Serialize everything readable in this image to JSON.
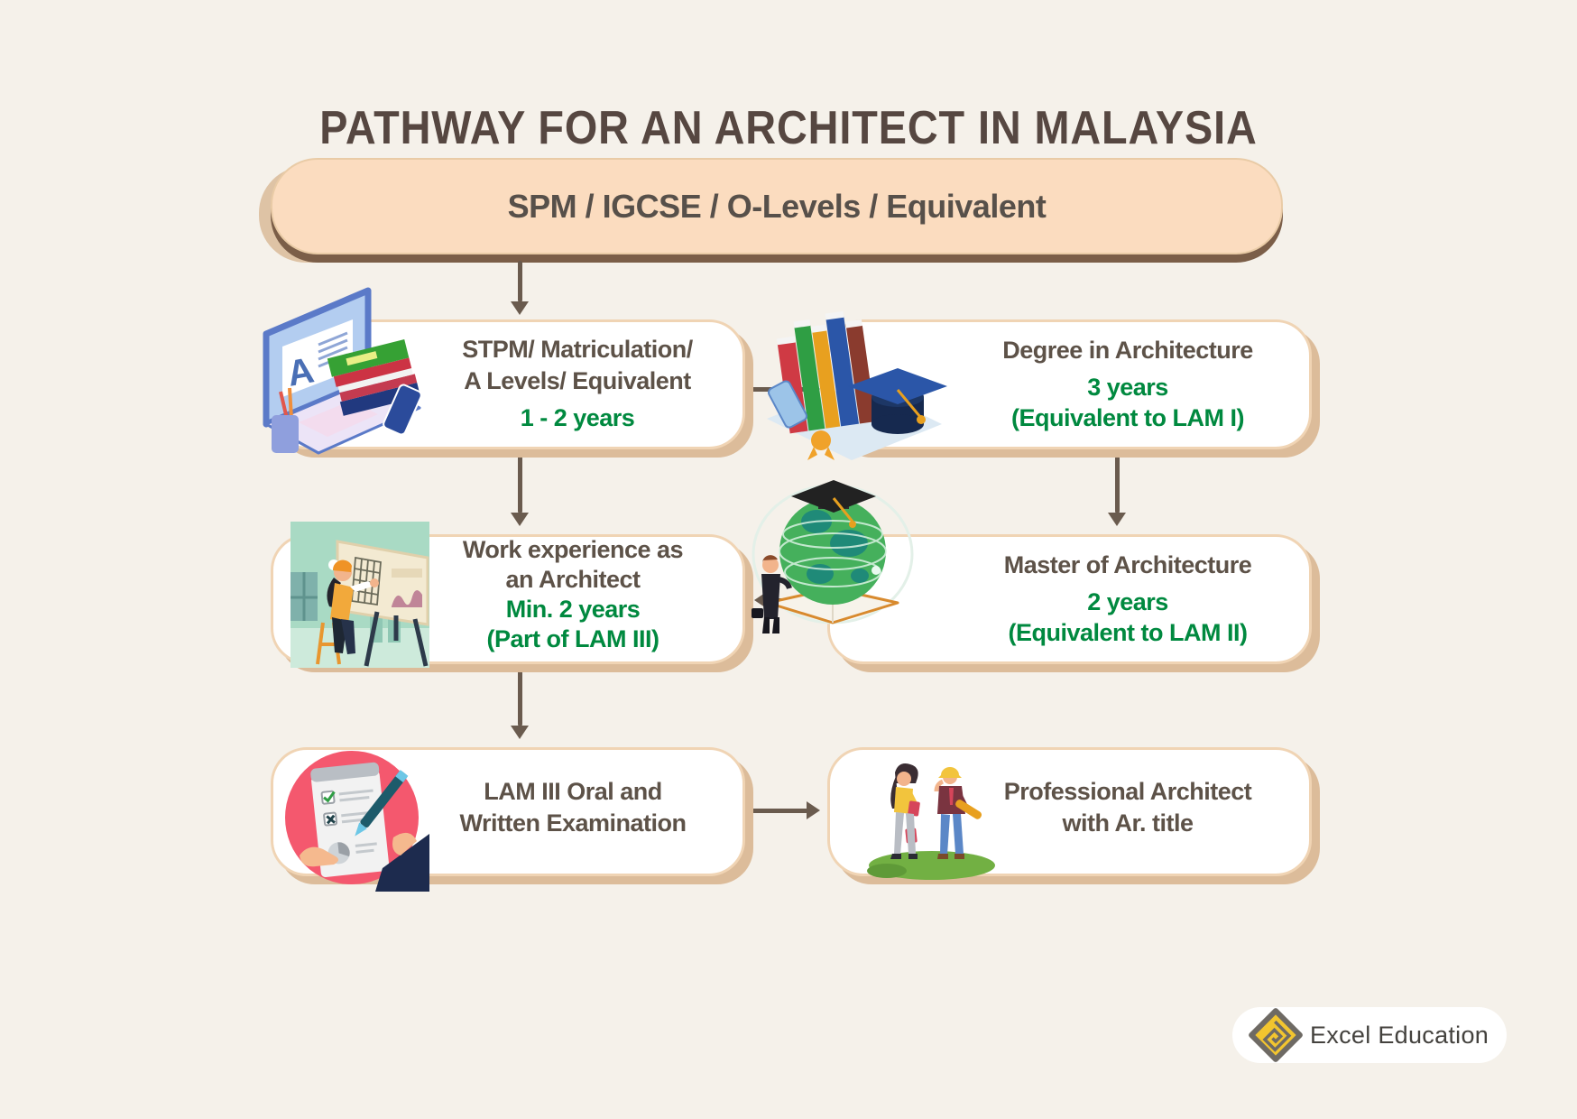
{
  "title": "PATHWAY FOR AN ARCHITECT IN MALAYSIA",
  "start_box": {
    "label": "SPM / IGCSE / O-Levels / Equivalent"
  },
  "nodes": {
    "stpm": {
      "title_line1": "STPM/ Matriculation/",
      "title_line2": "A Levels/ Equivalent",
      "duration": "1 - 2 years",
      "icon": "laptop-books-illustration"
    },
    "degree": {
      "title_line1": "Degree in Architecture",
      "duration": "3 years",
      "equivalence": "(Equivalent to LAM I)",
      "icon": "books-graduation-cap-illustration"
    },
    "work": {
      "title_line1": "Work experience as",
      "title_line2": "an Architect",
      "duration": "Min. 2 years",
      "equivalence": "(Part of LAM III)",
      "icon": "architect-drawing-illustration"
    },
    "master": {
      "title_line1": "Master of Architecture",
      "duration": "2 years",
      "equivalence": "(Equivalent to LAM II)",
      "icon": "globe-graduation-illustration"
    },
    "lam": {
      "title_line1": "LAM III Oral and",
      "title_line2": "Written Examination",
      "icon": "exam-checklist-illustration"
    },
    "professional": {
      "title_line1": "Professional Architect",
      "title_line2": "with Ar. title",
      "icon": "architects-people-illustration"
    }
  },
  "footer": {
    "logo_text": "Excel Education"
  },
  "colors": {
    "background": "#f5f1ea",
    "title_text": "#564741",
    "node_text": "#5d5248",
    "accent_green": "#00893f",
    "arrow": "#6a5b4e",
    "start_box_fill": "#fbdcbf",
    "box_border": "#f0d4b4",
    "box_shadow": "#dcbc9a",
    "start_box_shadow_dark": "#7b5e48",
    "logo_yellow": "#f2c52f",
    "logo_gray": "#6e6a64"
  }
}
